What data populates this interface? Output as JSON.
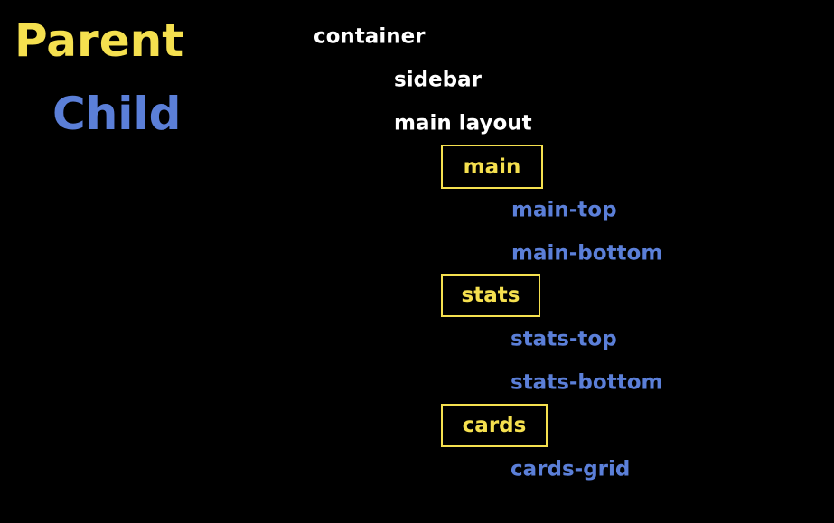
{
  "legend": {
    "parent": "Parent",
    "child": "Child"
  },
  "colors": {
    "parent": "#f5e04f",
    "child": "#5b7fd8",
    "neutral": "#ffffff",
    "background": "#000000"
  },
  "tree": {
    "container": "container",
    "sidebar": "sidebar",
    "main_layout": "main layout",
    "main": {
      "label": "main",
      "children": [
        "main-top",
        "main-bottom"
      ]
    },
    "stats": {
      "label": "stats",
      "children": [
        "stats-top",
        "stats-bottom"
      ]
    },
    "cards": {
      "label": "cards",
      "children": [
        "cards-grid"
      ]
    }
  }
}
